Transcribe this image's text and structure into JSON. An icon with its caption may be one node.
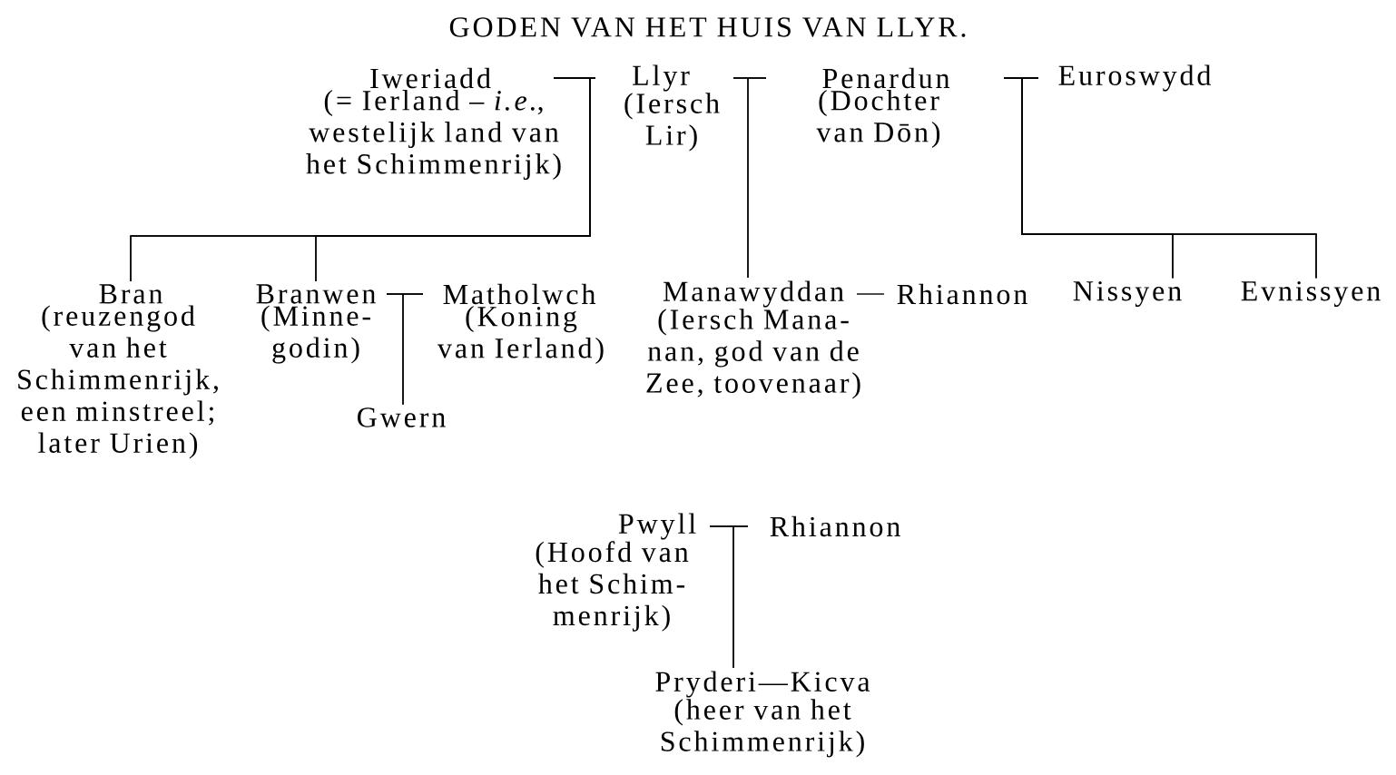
{
  "diagram": {
    "title": "GODEN VAN HET HUIS VAN LLYR.",
    "nodes": [
      {
        "text": [
          "Iweriadd",
          "(= Ierland – *i.e.*, westelijk land van het Schimmenrijk)"
        ]
      },
      {
        "text": [
          "Llyr",
          "(Iersch Lir)"
        ]
      },
      {
        "text": [
          "Penardun",
          "(Dochter van Dōn)"
        ]
      },
      {
        "text": [
          "Euroswydd"
        ]
      },
      {
        "text": [
          "Bran",
          "(reuzengod van het Schimmenrijk, een minstreel; later Urien)"
        ]
      },
      {
        "text": [
          "Branwen",
          "(Minne-godin)"
        ]
      },
      {
        "text": [
          "Matholwch",
          "(Koning van Ierland)"
        ]
      },
      {
        "text": [
          "Gwern"
        ]
      },
      {
        "text": [
          "Manawyddan",
          "(Iersch Mana-nan, god van de Zee, toovenaar)"
        ]
      },
      {
        "text": [
          "Rhiannon"
        ]
      },
      {
        "text": [
          "Nissyen"
        ]
      },
      {
        "text": [
          "Evnissyen"
        ]
      },
      {
        "text": [
          "Pwyll",
          "(Hoofd van het Schim-menrijk)"
        ]
      },
      {
        "text": [
          "Rhiannon"
        ]
      },
      {
        "text": [
          "Pryderi—Kicva",
          "(heer van het Schimmenrijk)"
        ]
      }
    ],
    "edges": [
      {
        "from": 0,
        "to": 1,
        "arrow": "none"
      },
      {
        "from": 1,
        "to": 2,
        "arrow": "none"
      },
      {
        "from": 2,
        "to": 3,
        "arrow": "none"
      },
      {
        "from": 5,
        "to": 6,
        "arrow": "none"
      },
      {
        "from": 8,
        "to": 9,
        "arrow": "none"
      },
      {
        "from": 12,
        "to": 13,
        "arrow": "none"
      },
      {
        "from": 0,
        "to": 4,
        "arrow": "none"
      },
      {
        "from": 1,
        "to": 4,
        "arrow": "none"
      },
      {
        "from": 0,
        "to": 5,
        "arrow": "none"
      },
      {
        "from": 1,
        "to": 5,
        "arrow": "none"
      },
      {
        "from": 1,
        "to": 8,
        "arrow": "none"
      },
      {
        "from": 2,
        "to": 8,
        "arrow": "none"
      },
      {
        "from": 2,
        "to": 10,
        "arrow": "none"
      },
      {
        "from": 3,
        "to": 10,
        "arrow": "none"
      },
      {
        "from": 2,
        "to": 11,
        "arrow": "none"
      },
      {
        "from": 3,
        "to": 11,
        "arrow": "none"
      },
      {
        "from": 5,
        "to": 7,
        "arrow": "none"
      },
      {
        "from": 6,
        "to": 7,
        "arrow": "none"
      },
      {
        "from": 12,
        "to": 14,
        "arrow": "none"
      },
      {
        "from": 13,
        "to": 14,
        "arrow": "none"
      }
    ]
  }
}
